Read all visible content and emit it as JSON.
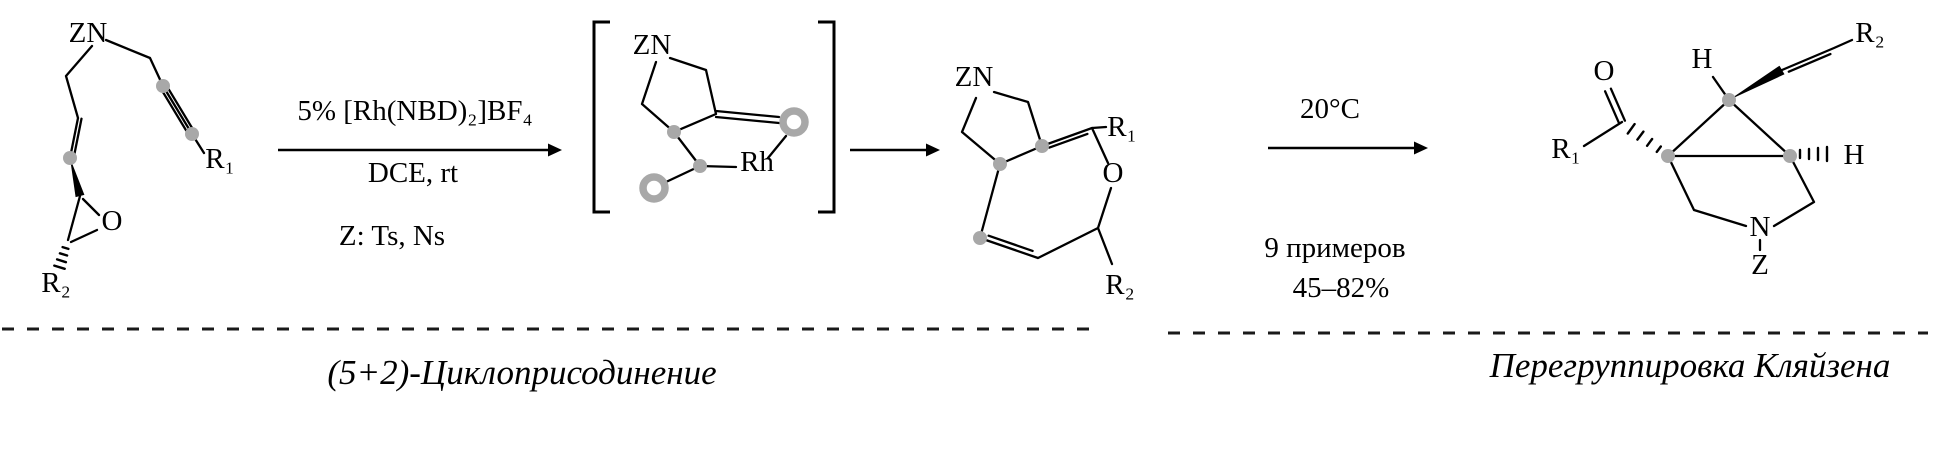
{
  "scheme": {
    "substrate": {
      "zn": "ZN",
      "r1": "R₁",
      "o": "O",
      "r2": "R₂"
    },
    "step1": {
      "catalyst": "5% [Rh(NBD)₂]BF₄",
      "conditions": "DCE, rt",
      "z_groups": "Z: Ts, Ns"
    },
    "intermediate": {
      "zn": "ZN",
      "rh": "Rh"
    },
    "cycloadduct": {
      "zn": "ZN",
      "r1": "R₁",
      "o": "O",
      "r2": "R₂"
    },
    "step2": {
      "temperature": "20°C",
      "examples": "9 примеров",
      "yields": "45–82%"
    },
    "product": {
      "o": "O",
      "r1": "R₁",
      "h_left": "H",
      "h_right": "H",
      "r2": "R₂",
      "n": "N",
      "z": "Z"
    },
    "captions": {
      "left": "(5+2)-Циклоприсодинение",
      "right": "Перегруппировка Кляйзена"
    }
  },
  "colors": {
    "bond": "#000000",
    "highlight_gray": "#a8a8a8",
    "background": "#ffffff"
  }
}
